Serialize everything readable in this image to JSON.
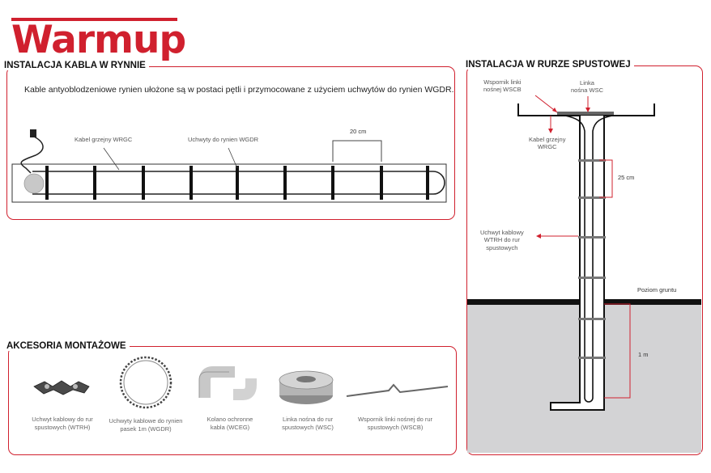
{
  "brand": {
    "logo_text": "Warmup",
    "color": "#d0202e"
  },
  "gutter": {
    "title": "INSTALACJA KABLA W RYNNIE",
    "description": "Kable antyoblodzeniowe rynien ułożone są w postaci pętli i przymocowane z użyciem uchwytów do rynien WGDR.",
    "label_cable": "Kabel grzejny WRGC",
    "label_clips": "Uchwyty do rynien WGDR",
    "label_spacing": "20 cm"
  },
  "downpipe": {
    "title": "INSTALACJA W RURZE SPUSTOWEJ",
    "label_wscb": "Wspornik linki\nnośnej WSCB",
    "label_wsc": "Linka\nnośna WSC",
    "label_cable": "Kabel grzejny\nWRGC",
    "label_spacing": "25 cm",
    "label_wtrh": "Uchwyt kablowy\nWTRH do rur\nspustowych",
    "label_ground": "Poziom gruntu",
    "label_depth": "1 m"
  },
  "accessories": {
    "title": "AKCESORIA MONTAŻOWE",
    "items": [
      {
        "icon": "cable-clip-icon",
        "caption": "Uchwyt kablowy do rur\nspustowych (WTRH)"
      },
      {
        "icon": "clip-belt-icon",
        "caption": "Uchwyty kablowe do rynien\npasek 1m (WGDR)"
      },
      {
        "icon": "elbow-icon",
        "caption": "Kolano ochronne\nkabla (WCEG)"
      },
      {
        "icon": "wire-reel-icon",
        "caption": "Linka nośna do rur\nspustowych (WSC)"
      },
      {
        "icon": "wire-bracket-icon",
        "caption": "Wspornik linki nośnej do rur\nspustowych (WSCB)"
      }
    ]
  }
}
